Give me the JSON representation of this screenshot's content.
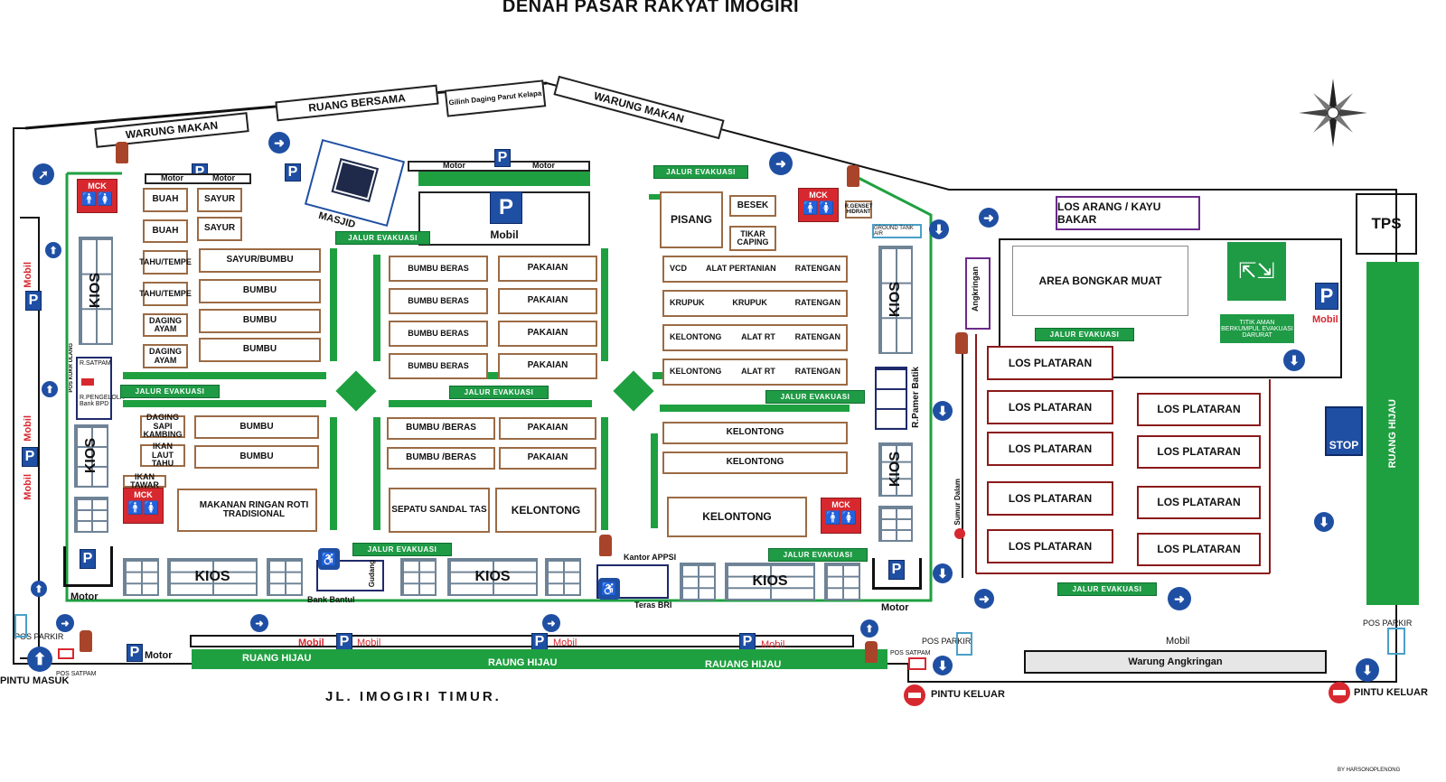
{
  "title": "DENAH PASAR RAKYAT IMOGIRI",
  "road": "JL. IMOGIRI TIMUR.",
  "top_labels": {
    "warung_makan_left": "WARUNG MAKAN",
    "ruang_bersama": "RUANG BERSAMA",
    "gilingan": "Gilinh Daging Parut Kelapa",
    "warung_makan_right": "WARUNG MAKAN"
  },
  "common": {
    "motor": "Motor",
    "mobil": "Mobil",
    "p": "P",
    "mck": "MCK",
    "kios": "KIOS",
    "evac": "JALUR EVAKUASI",
    "mck_people": "🚹🚺"
  },
  "left_col": [
    "BUAH",
    "BUAH",
    "TAHU/TEMPE",
    "TAHU/TEMPE",
    "DAGING AYAM",
    "DAGING AYAM"
  ],
  "left_col2": [
    "SAYUR",
    "SAYUR",
    "SAYUR/BUMBU",
    "BUMBU",
    "BUMBU",
    "BUMBU"
  ],
  "left_lower": {
    "daging_sapi": "DAGING SAPI KAMBING",
    "ikan_laut": "IKAN LAUT TAHU",
    "ikan_tawar": "IKAN TAWAR",
    "bumbu": "BUMBU",
    "makanan": "MAKANAN RINGAN ROTI TRADISIONAL"
  },
  "masjid": "MASJID",
  "mid_top": {
    "mobil": "Mobil",
    "bumbu_beras": "BUMBU BERAS",
    "pakaian": "PAKAIAN"
  },
  "mid_lower": {
    "bumbu_beras": "BUMBU /BERAS",
    "pakaian": "PAKAIAN",
    "sepatu": "SEPATU SANDAL TAS",
    "kelontong": "KELONTONG"
  },
  "right_block": {
    "pisang": "PISANG",
    "besek": "BESEK",
    "tikar": "TIKAR CAPING",
    "rows": [
      [
        "VCD",
        "ALAT PERTANIAN",
        "RATENGAN"
      ],
      [
        "KRUPUK",
        "KRUPUK",
        "RATENGAN"
      ],
      [
        "KELONTONG",
        "ALAT RT",
        "RATENGAN"
      ],
      [
        "KELONTONG",
        "ALAT RT",
        "RATENGAN"
      ]
    ],
    "kelontong": "KELONTONG",
    "genset": "R.GENSET HIDRANT",
    "ground_tank": "GROUND TANK AIR",
    "r_pamer": "R.Pamer Batik"
  },
  "left_side": {
    "pos_kukr": "POS KUKR ULANG",
    "r_satpam": "R.SATPAM",
    "r_pengelola": "R.PENGELOLA Bank BPD"
  },
  "bottom_row": {
    "bank_bantul": "Bank Bantul",
    "gudang": "Gudang",
    "kantor": "Kantor APPSI",
    "teras_bri": "Teras BRI"
  },
  "bottom_strip": {
    "ruang_hijau": "RUANG HIJAU",
    "raung_hijau": "RAUNG HIJAU",
    "rauang_hijau": "RAUANG HIJAU",
    "pos_parkir": "POS PARKIR",
    "pos_satpam": "POS SATPAM",
    "pintu_masuk": "PINTU MASUK",
    "pintu_keluar": "PINTU KELUAR"
  },
  "east": {
    "los_arang": "LOS ARANG / KAYU BAKAR",
    "tps": "TPS",
    "area_bongkar": "AREA BONGKAR MUAT",
    "angkringan": "Angkringan",
    "titik_aman": "TITIK AMAN BERKUMPUL EVAKUASI DARURAT",
    "los": "LOS PLATARAN",
    "ruang_hijau": "RUANG HIJAU",
    "stop": "STOP",
    "sumur": "Sumur Dalam",
    "warung_angkringan": "Warung Angkringan"
  },
  "credit": "BY HARSONOPLENONG",
  "colors": {
    "green": "#1fa040",
    "blue": "#1f4fa3",
    "red": "#d7282f",
    "stall": "#9b6b45"
  }
}
